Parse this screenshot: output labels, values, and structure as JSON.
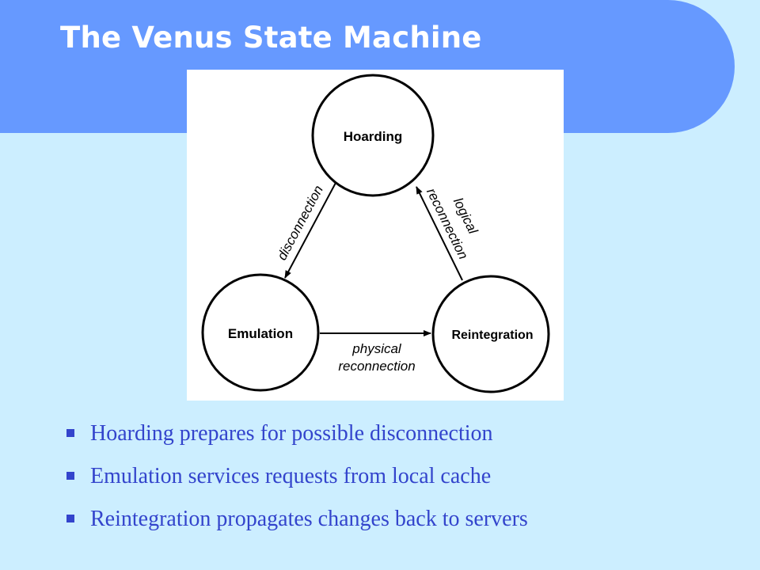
{
  "slide": {
    "title": "The Venus State Machine",
    "colors": {
      "background": "#cceeff",
      "header": "#6699ff",
      "title_text": "#ffffff",
      "bullet_text": "#3344cc"
    }
  },
  "diagram": {
    "states": {
      "hoarding": "Hoarding",
      "emulation": "Emulation",
      "reintegration": "Reintegration"
    },
    "transitions": {
      "disconnection": "disconnection",
      "logical_line1": "logical",
      "logical_line2": "reconnection",
      "physical_line1": "physical",
      "physical_line2": "reconnection"
    }
  },
  "bullets": [
    "Hoarding prepares for possible disconnection",
    "Emulation services requests from local cache",
    "Reintegration propagates changes back to servers"
  ]
}
